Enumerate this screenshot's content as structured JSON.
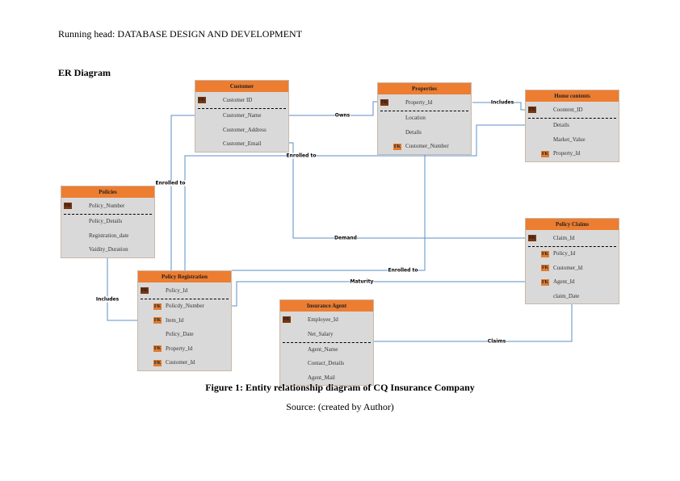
{
  "running_head": "Running head: DATABASE DESIGN AND DEVELOPMENT",
  "section_title": "ER Diagram",
  "caption": "Figure 1: Entity relationship diagram of CQ Insurance Company",
  "source": "Source: (created by Author)",
  "colors": {
    "header": "#ed7d31",
    "body": "#d9d9d9",
    "line": "#5b8fc7",
    "pk": "#7a3510",
    "fk": "#e07b30"
  },
  "entities": [
    {
      "id": "customer",
      "title": "Customer",
      "divider_after": 1,
      "rows": [
        {
          "key": "PK",
          "name": "Customer ID"
        },
        {
          "key": "",
          "name": "Customer_Name"
        },
        {
          "key": "",
          "name": "Customer_Address"
        },
        {
          "key": "",
          "name": "Customer_Email"
        }
      ]
    },
    {
      "id": "properties",
      "title": "Properties",
      "divider_after": 1,
      "rows": [
        {
          "key": "PK",
          "name": "Property_Id"
        },
        {
          "key": "",
          "name": "Location"
        },
        {
          "key": "",
          "name": "Details"
        },
        {
          "key": "FK",
          "name": "Customer_Number"
        }
      ]
    },
    {
      "id": "home-contents",
      "title": "Home contents",
      "divider_after": 1,
      "rows": [
        {
          "key": "PK",
          "name": "Coontent_ID"
        },
        {
          "key": "",
          "name": "Details"
        },
        {
          "key": "",
          "name": "Market_Value"
        },
        {
          "key": "FK",
          "name": "Property_Id"
        }
      ]
    },
    {
      "id": "policies",
      "title": "Policies",
      "divider_after": 1,
      "rows": [
        {
          "key": "PK",
          "name": "Policy_Number"
        },
        {
          "key": "",
          "name": "Policy_Details"
        },
        {
          "key": "",
          "name": "Registration_date"
        },
        {
          "key": "",
          "name": "Vaidity_Duration"
        }
      ]
    },
    {
      "id": "policy-claims",
      "title": "Policy Claims",
      "divider_after": 1,
      "rows": [
        {
          "key": "PK",
          "name": "Claim_Id"
        },
        {
          "key": "FK",
          "name": "Policy_Id"
        },
        {
          "key": "FK",
          "name": "Customer_Id"
        },
        {
          "key": "FK",
          "name": "Agent_Id"
        },
        {
          "key": "",
          "name": "claim_Date"
        }
      ]
    },
    {
      "id": "policy-registration",
      "title": "Policy Registration",
      "divider_after": 1,
      "rows": [
        {
          "key": "PK",
          "name": "Policy_Id"
        },
        {
          "key": "FK",
          "name": "Policdy_Number"
        },
        {
          "key": "FK",
          "name": "Item_Id"
        },
        {
          "key": "",
          "name": "Policy_Date"
        },
        {
          "key": "FK",
          "name": "Property_Id"
        },
        {
          "key": "FK",
          "name": "Customer_Id"
        }
      ]
    },
    {
      "id": "insurance-agent",
      "title": "Insurance Agent",
      "divider_after": 2,
      "rows": [
        {
          "key": "PK",
          "name": "Employee_Id"
        },
        {
          "key": "",
          "name": "Net_Salary"
        },
        {
          "key": "",
          "name": "Agent_Name"
        },
        {
          "key": "",
          "name": "Contact_Details"
        },
        {
          "key": "",
          "name": "Agent_Mail"
        }
      ]
    }
  ],
  "relationships": [
    {
      "label": "Owns"
    },
    {
      "label": "Includes"
    },
    {
      "label": "Enrolled to"
    },
    {
      "label": "Enrolled to"
    },
    {
      "label": "Demand"
    },
    {
      "label": "Enrolled to"
    },
    {
      "label": "Maturity"
    },
    {
      "label": "Includes"
    },
    {
      "label": "Claims"
    }
  ]
}
